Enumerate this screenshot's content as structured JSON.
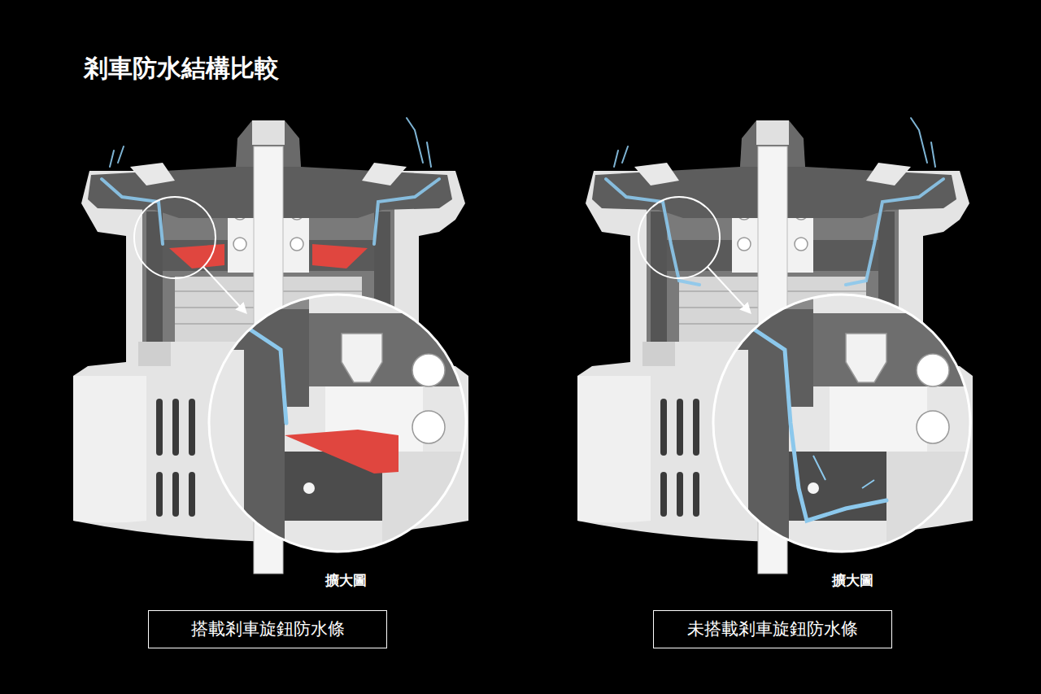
{
  "diagram": {
    "title": "剎車防水結構比較",
    "nodes": [
      {
        "text": [
          "搭載剎車旋鈕防水條"
        ]
      },
      {
        "text": [
          "未搭載剎車旋鈕防水條"
        ]
      }
    ],
    "labels": [
      "擴大圖",
      "擴大圖"
    ]
  }
}
